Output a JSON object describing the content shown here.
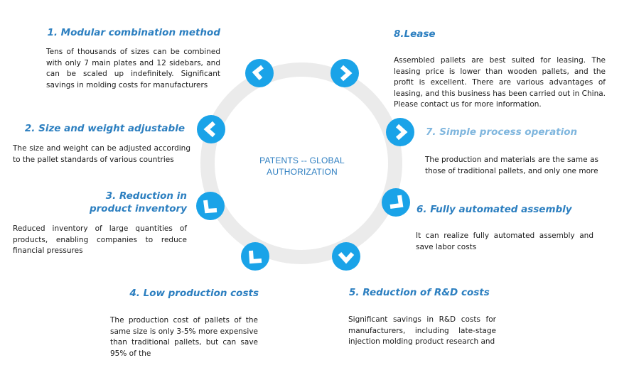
{
  "center_label": [
    "PATENTS -- GLOBAL",
    "AUTHORIZATION"
  ],
  "items": [
    {
      "title": "1.  Modular combination method",
      "text": "Tens of thousands of sizes can be combined with only 7 main plates and 12 sidebars, and can be scaled up indefinitely. Significant savings in molding costs for manufacturers"
    },
    {
      "title": "2.  Size and weight adjustable",
      "text": "The size and weight can be adjusted according to the pallet standards of various countries"
    },
    {
      "title": "3.  Reduction in product inventory",
      "text": "Reduced inventory of large quantities of products, enabling companies to reduce financial pressures"
    },
    {
      "title": "4.  Low production costs",
      "text": "The production cost of pallets of the same size is only 3-5% more expensive than traditional pallets, but can save 95% of the"
    },
    {
      "title": "5.  Reduction of R&D costs",
      "text": "Significant savings in R&D costs for manufacturers, including late-stage injection molding product research and"
    },
    {
      "title": "6.  Fully automated assembly",
      "text": "It can realize fully automated assembly and save labor costs"
    },
    {
      "title": "7.  Simple process operation",
      "text": "The production and materials are the same as those of traditional pallets, and only one more"
    },
    {
      "title": "8.Lease",
      "text": "Assembled pallets are best suited for leasing. The leasing price is lower than wooden pallets, and the profit is excellent. There are various advantages of leasing, and this business has been carried out in China. Please contact us for more information."
    }
  ],
  "colors": {
    "accent": "#1aa3e8",
    "title": "#2c7fc0",
    "title_light": "#7fb6de",
    "ring": "#ebebeb"
  },
  "icons": [
    "chevron-icon",
    "chevron-icon",
    "chevron-icon",
    "chevron-icon",
    "chevron-icon",
    "chevron-icon",
    "chevron-icon",
    "chevron-icon"
  ]
}
